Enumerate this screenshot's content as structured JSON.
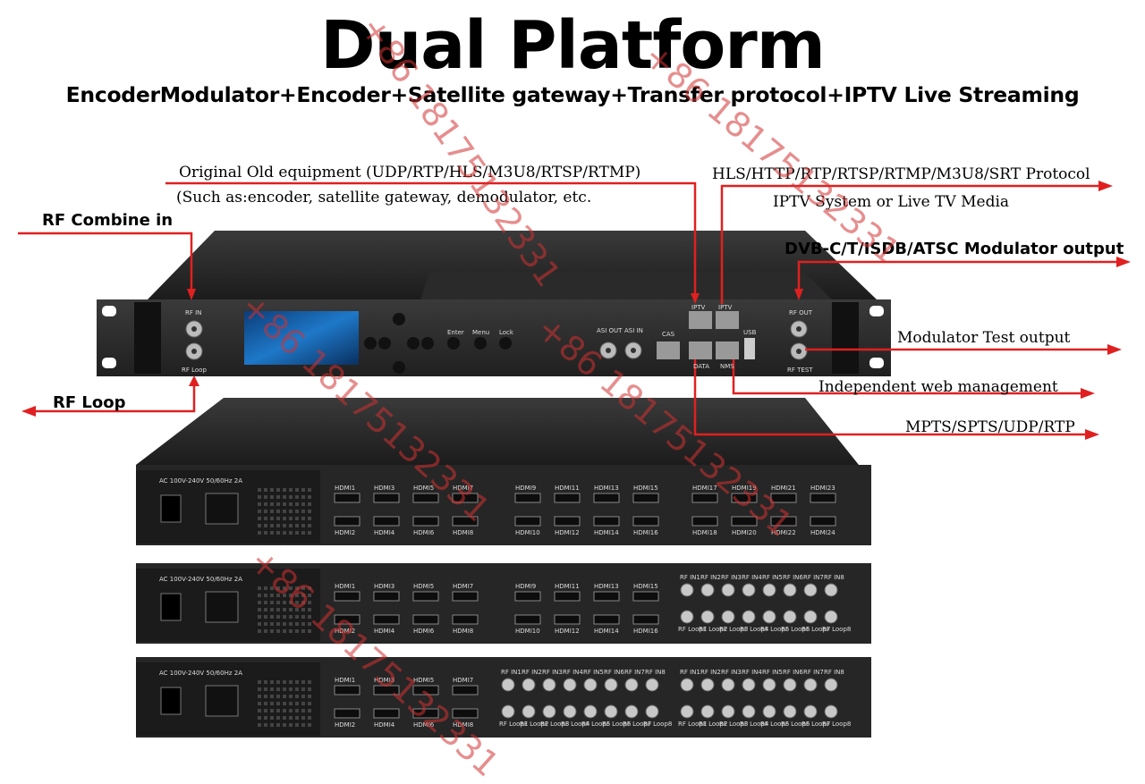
{
  "title": "Dual Platform",
  "subtitle": "EncoderModulator+Encoder+Satellite gateway+Transfer protocol+IPTV Live Streaming",
  "callouts": {
    "original_line1": "Original Old equipment (UDP/RTP/HLS/M3U8/RTSP/RTMP)",
    "original_line2": "(Such as:encoder, satellite gateway, demodulator, etc.",
    "hls_protocol": "HLS/HTTP/RTP/RTSP/RTMP/M3U8/SRT Protocol",
    "iptv_system": "IPTV System or Live TV Media",
    "rf_combine_in": "RF Combine in",
    "dvb_modulator_output": "DVB-C/T/ISDB/ATSC Modulator output",
    "modulator_test_output": "Modulator Test output",
    "independent_web": "Independent web management",
    "rf_loop": "RF Loop",
    "mpts": "MPTS/SPTS/UDP/RTP"
  },
  "front_panel": {
    "rf_in": "RF IN",
    "rf_loop": "RF Loop",
    "enter": "Enter",
    "menu": "Menu",
    "lock": "Lock",
    "asi_out": "ASI OUT",
    "asi_in": "ASI IN",
    "cas": "CAS",
    "iptv1": "IPTV",
    "iptv2": "IPTV",
    "data": "DATA",
    "nms": "NMS",
    "usb": "USB",
    "rf_out": "RF OUT",
    "rf_test": "RF TEST"
  },
  "rear_units": {
    "power_label": "AC 100V-240V 50/60Hz 2A",
    "unit1_hdmi_top": [
      "HDMI1",
      "HDMI3",
      "HDMI5",
      "HDMI7",
      "HDMI9",
      "HDMI11",
      "HDMI13",
      "HDMI15",
      "HDMI17",
      "HDMI19",
      "HDMI21",
      "HDMI23"
    ],
    "unit1_hdmi_bottom": [
      "HDMI2",
      "HDMI4",
      "HDMI6",
      "HDMI8",
      "HDMI10",
      "HDMI12",
      "HDMI14",
      "HDMI16",
      "HDMI18",
      "HDMI20",
      "HDMI22",
      "HDMI24"
    ],
    "unit2_hdmi_top": [
      "HDMI1",
      "HDMI3",
      "HDMI5",
      "HDMI7",
      "HDMI9",
      "HDMI11",
      "HDMI13",
      "HDMI15"
    ],
    "unit2_hdmi_bottom": [
      "HDMI2",
      "HDMI4",
      "HDMI6",
      "HDMI8",
      "HDMI10",
      "HDMI12",
      "HDMI14",
      "HDMI16"
    ],
    "rf_in": [
      "RF IN1",
      "RF IN2",
      "RF IN3",
      "RF IN4",
      "RF IN5",
      "RF IN6",
      "RF IN7",
      "RF IN8"
    ],
    "rf_loop": [
      "RF Loop1",
      "RF Loop2",
      "RF Loop3",
      "RF Loop4",
      "RF Loop5",
      "RF Loop6",
      "RF Loop7",
      "RF Loop8"
    ],
    "unit3_hdmi_top": [
      "HDMI1",
      "HDMI3",
      "HDMI5",
      "HDMI7"
    ],
    "unit3_hdmi_bottom": [
      "HDMI2",
      "HDMI4",
      "HDMI6",
      "HDMI8"
    ]
  },
  "watermark": "+86 18175132331",
  "colors": {
    "arrow": "#e02020",
    "device": "#2b2b2b",
    "watermark": "#d23232"
  }
}
